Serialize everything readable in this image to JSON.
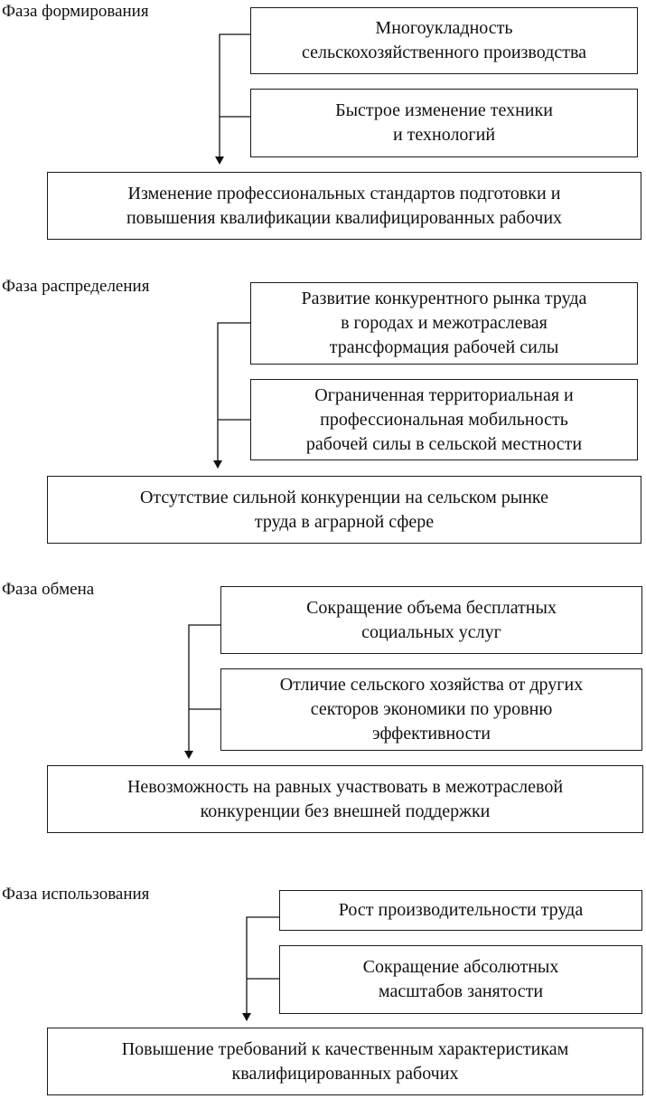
{
  "phases": [
    {
      "title": "Фаза формирования",
      "factors": [
        {
          "lines": [
            "Многоукладность",
            "сельскохозяйственного производства"
          ]
        },
        {
          "lines": [
            "Быстрое изменение техники",
            "и технологий"
          ]
        }
      ],
      "result": {
        "lines": [
          "Изменение профессиональных стандартов подготовки  и",
          "повышения квалификации квалифицированных рабочих"
        ]
      }
    },
    {
      "title": "Фаза распределения",
      "factors": [
        {
          "lines": [
            "Развитие конкурентного рынка труда",
            "в городах и межотраслевая",
            "трансформация рабочей силы"
          ]
        },
        {
          "lines": [
            "Ограниченная территориальная и",
            "профессиональная мобильность",
            "рабочей силы в сельской местности"
          ]
        }
      ],
      "result": {
        "lines": [
          "Отсутствие сильной конкуренции на сельском рынке",
          "труда в аграрной сфере"
        ]
      }
    },
    {
      "title": "Фаза обмена",
      "factors": [
        {
          "lines": [
            "Сокращение объема бесплатных",
            "социальных услуг"
          ]
        },
        {
          "lines": [
            "Отличие сельского хозяйства от других",
            "секторов экономики по уровню",
            "эффективности"
          ]
        }
      ],
      "result": {
        "lines": [
          "Невозможность на равных участвовать в межотраслевой",
          "конкуренции без внешней поддержки"
        ]
      }
    },
    {
      "title": "Фаза использования",
      "factors": [
        {
          "lines": [
            "Рост производительности труда"
          ]
        },
        {
          "lines": [
            "Сокращение абсолютных",
            "масштабов занятости"
          ]
        }
      ],
      "result": {
        "lines": [
          "Повышение требований к качественным характеристикам",
          "квалифицированных рабочих"
        ]
      }
    }
  ]
}
